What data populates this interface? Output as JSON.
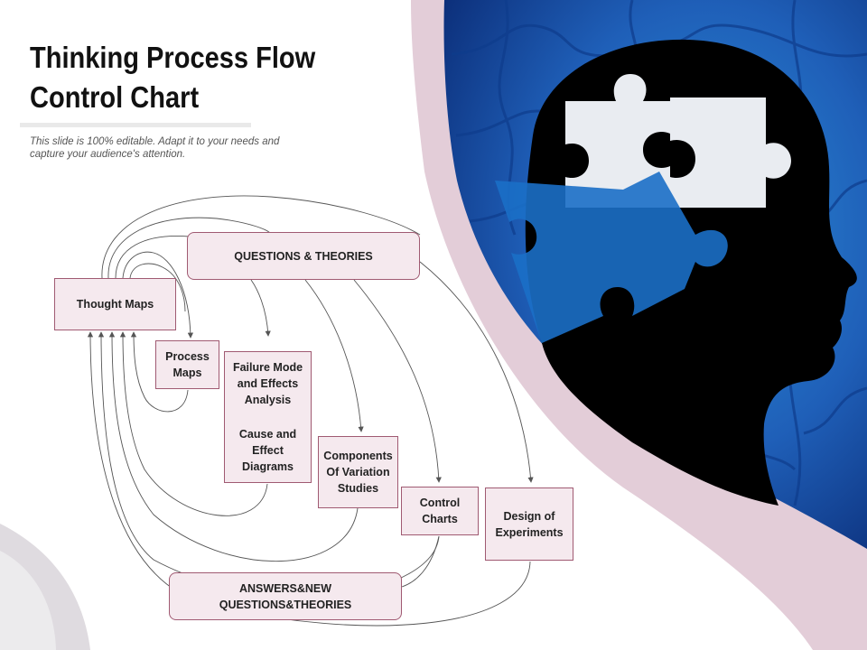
{
  "header": {
    "title_line1": "Thinking Process Flow",
    "title_line2": "Control Chart",
    "subtitle_line1": "This slide is 100% editable. Adapt it to your needs and",
    "subtitle_line2": "capture your audience's attention."
  },
  "nodes": {
    "questions": "QUESTIONS & THEORIES",
    "thought_maps": "Thought Maps",
    "process_maps_l1": "Process",
    "process_maps_l2": "Maps",
    "fmea_l1": "Failure Mode",
    "fmea_l2": "and Effects",
    "fmea_l3": "Analysis",
    "cause_l1": "Cause and",
    "cause_l2": "Effect",
    "cause_l3": "Diagrams",
    "components_l1": "Components",
    "components_l2": "Of Variation",
    "components_l3": "Studies",
    "control_l1": "Control",
    "control_l2": "Charts",
    "doe_l1": "Design of",
    "doe_l2": "Experiments",
    "answers_l1": "ANSWERS&NEW",
    "answers_l2": "QUESTIONS&THEORIES"
  },
  "colors": {
    "box_fill": "#f5e9ee",
    "box_border": "#a05a72",
    "connector": "#555555",
    "accent_wave": "#e3cdd8",
    "puzzle_blue": "#1f5fb8",
    "silhouette": "#000000"
  },
  "image": {
    "description_icon": "head-silhouette-puzzle-image"
  }
}
